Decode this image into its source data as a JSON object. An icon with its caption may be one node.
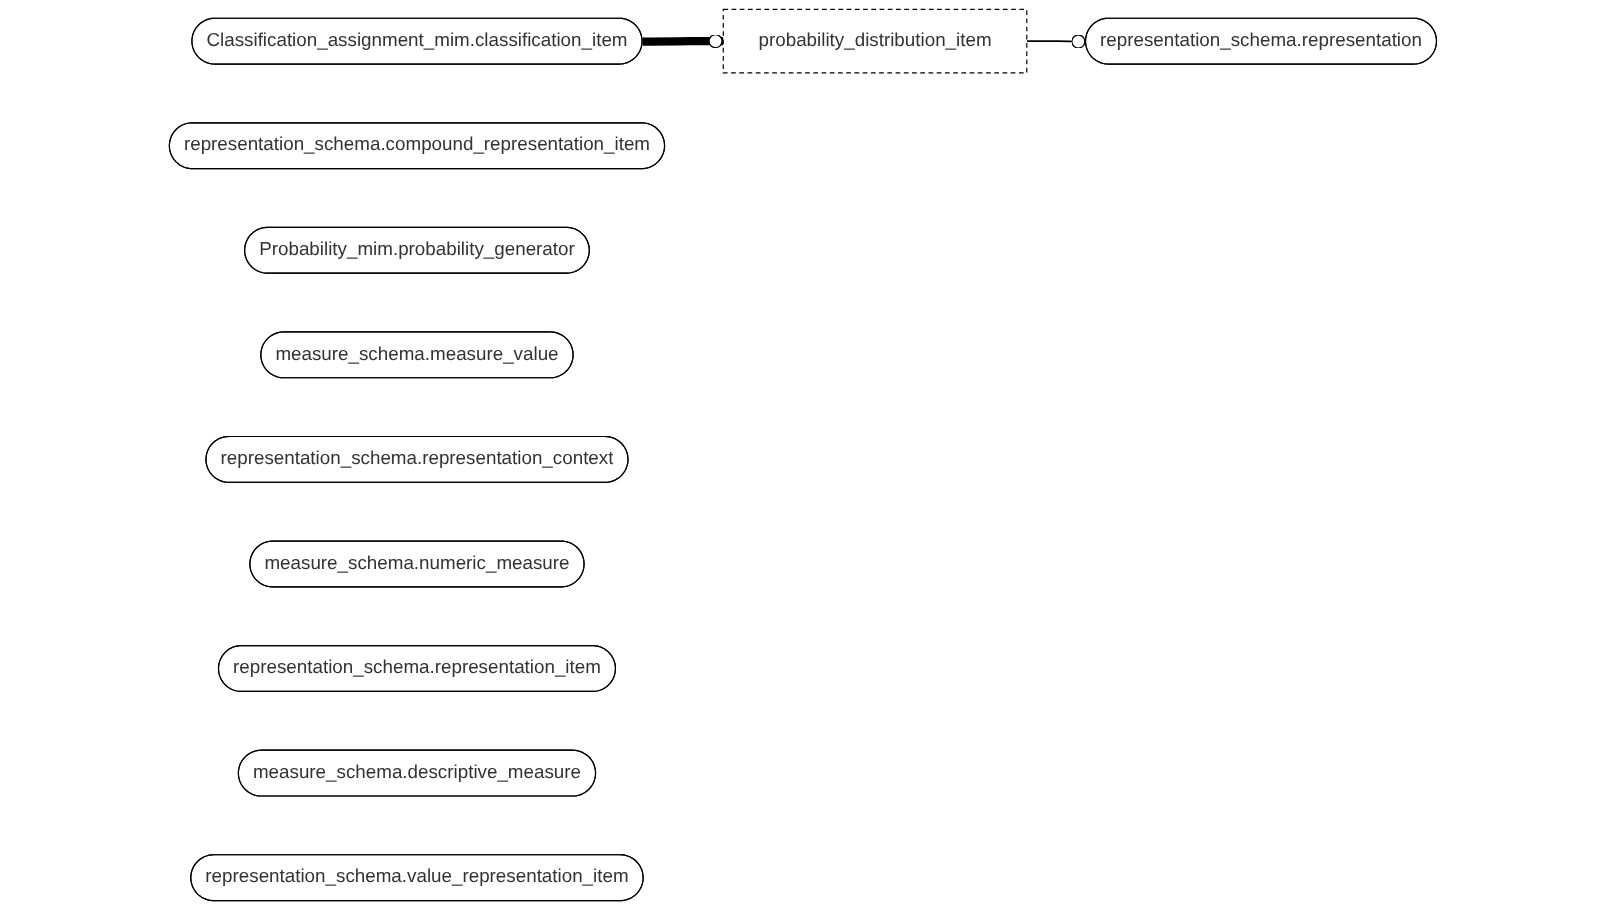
{
  "diagram": {
    "nodes": [
      {
        "text": [
          "Classification_assignment_mim.classification_item"
        ]
      },
      {
        "text": [
          "probability_distribution_item"
        ]
      },
      {
        "text": [
          "representation_schema.representation"
        ]
      },
      {
        "text": [
          "representation_schema.compound_representation_item"
        ]
      },
      {
        "text": [
          "Probability_mim.probability_generator"
        ]
      },
      {
        "text": [
          "measure_schema.measure_value"
        ]
      },
      {
        "text": [
          "representation_schema.representation_context"
        ]
      },
      {
        "text": [
          "measure_schema.numeric_measure"
        ]
      },
      {
        "text": [
          "representation_schema.representation_item"
        ]
      },
      {
        "text": [
          "measure_schema.descriptive_measure"
        ]
      },
      {
        "text": [
          "representation_schema.value_representation_item"
        ]
      }
    ],
    "edges": [
      {
        "from": 0,
        "to": 1,
        "arrow": "other",
        "style": "thick"
      },
      {
        "from": 1,
        "to": 2,
        "arrow": "other"
      }
    ]
  }
}
